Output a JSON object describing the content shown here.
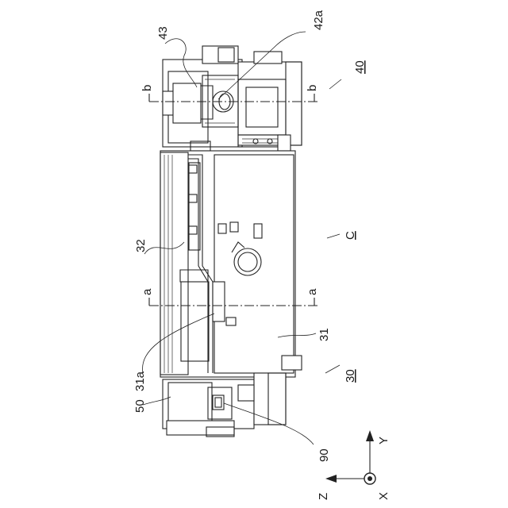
{
  "labels": {
    "l43": "43",
    "l42a": "42a",
    "l40": "40",
    "b_top": "b",
    "b_bottom": "b",
    "l32": "32",
    "lC": "C",
    "a_top": "a",
    "a_bottom": "a",
    "l31": "31",
    "l31a": "31a",
    "l50": "50",
    "l30": "30",
    "l90": "90"
  },
  "axes": {
    "y": "Y",
    "z": "Z",
    "x": "X"
  }
}
